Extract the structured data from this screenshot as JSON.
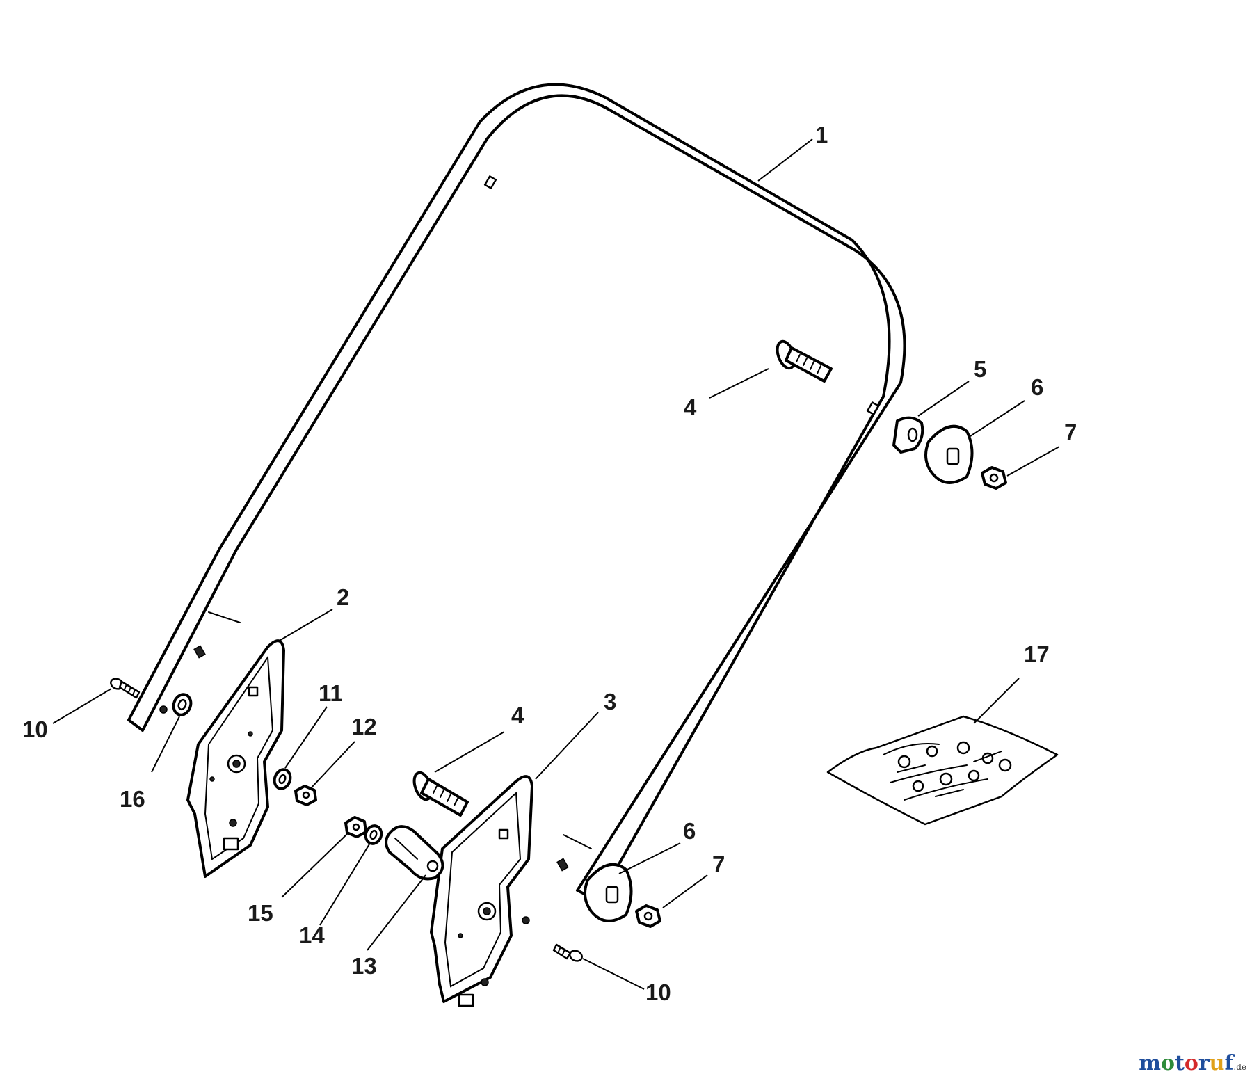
{
  "callouts": [
    {
      "id": "c1",
      "label": "1"
    },
    {
      "id": "c2",
      "label": "2"
    },
    {
      "id": "c3",
      "label": "3"
    },
    {
      "id": "c4a",
      "label": "4"
    },
    {
      "id": "c4b",
      "label": "4"
    },
    {
      "id": "c5",
      "label": "5"
    },
    {
      "id": "c6a",
      "label": "6"
    },
    {
      "id": "c6b",
      "label": "6"
    },
    {
      "id": "c7a",
      "label": "7"
    },
    {
      "id": "c7b",
      "label": "7"
    },
    {
      "id": "c10a",
      "label": "10"
    },
    {
      "id": "c10b",
      "label": "10"
    },
    {
      "id": "c11",
      "label": "11"
    },
    {
      "id": "c12",
      "label": "12"
    },
    {
      "id": "c13",
      "label": "13"
    },
    {
      "id": "c14",
      "label": "14"
    },
    {
      "id": "c15",
      "label": "15"
    },
    {
      "id": "c16",
      "label": "16"
    },
    {
      "id": "c17",
      "label": "17"
    }
  ],
  "watermark": {
    "parts": [
      {
        "text": "m",
        "color": "#1f4e9c"
      },
      {
        "text": "o",
        "color": "#2e8b3a"
      },
      {
        "text": "t",
        "color": "#1f4e9c"
      },
      {
        "text": "o",
        "color": "#d42a2a"
      },
      {
        "text": "r",
        "color": "#1f4e9c"
      },
      {
        "text": "u",
        "color": "#e0a019"
      },
      {
        "text": "f",
        "color": "#1f4e9c"
      }
    ],
    "tld": ".de"
  }
}
